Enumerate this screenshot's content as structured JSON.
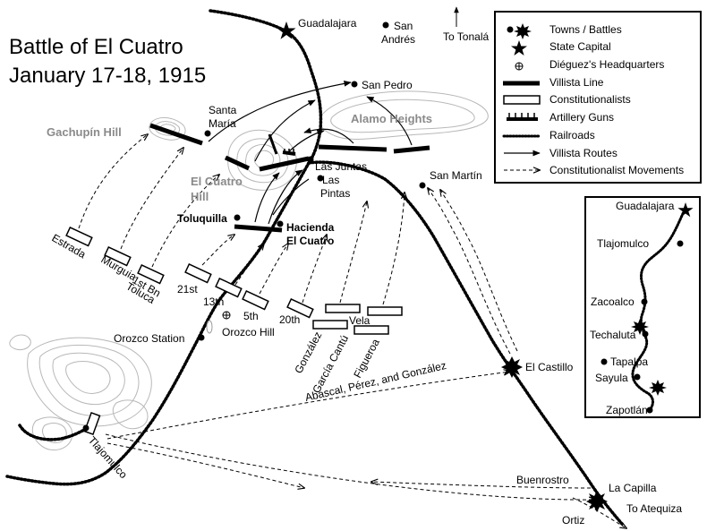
{
  "title": {
    "line1": "Battle of El Cuatro",
    "line2": "January 17-18, 1915"
  },
  "hills": {
    "gachupin": "Gachupín Hill",
    "alamo": "Alamo Heights",
    "el_cuatro_1": "El Cuatro",
    "el_cuatro_2": "Hill"
  },
  "places": {
    "guadalajara": "Guadalajara",
    "san_andres_1": "San",
    "san_andres_2": "Andrés",
    "to_tonala": "To Tonalá",
    "san_pedro": "San Pedro",
    "santa_maria_1": "Santa",
    "santa_maria_2": "María",
    "las_juntas": "Las Juntas",
    "las_pintas_1": "Las",
    "las_pintas_2": "Pintas",
    "san_martin": "San Martín",
    "toluquilla": "Toluquilla",
    "hacienda_1": "Hacienda",
    "hacienda_2": "El Cuatro",
    "orozco_station": "Orozco Station",
    "orozco_hill": "Orozco Hill",
    "el_castillo": "El Castillo",
    "tlajomulco": "Tlajomulco",
    "buenrostro": "Buenrostro",
    "la_capilla": "La Capilla",
    "ortiz": "Ortiz",
    "to_atequiza": "To Atequiza"
  },
  "units": {
    "estrada": "Estrada",
    "murguia": "Murguia",
    "first_bn_1": "1st Bn",
    "first_bn_2": "Toluca",
    "u21st": "21st",
    "u13th": "13th",
    "u5th": "5th",
    "u20th": "20th",
    "vela": "Vela",
    "gonzalez": "González",
    "garcia_cantu": "García Cantú",
    "figueroa": "Figueroa",
    "abascal": "Abascal, Pérez, and González"
  },
  "legend": {
    "items": [
      {
        "label": "Towns / Battles",
        "symbol": "town-battle"
      },
      {
        "label": "State Capital",
        "symbol": "star"
      },
      {
        "label": "Diéguez's Headquarters",
        "symbol": "headquarters"
      },
      {
        "label": "Villista Line",
        "symbol": "villista-line"
      },
      {
        "label": "Constitutionalists",
        "symbol": "constitutionalist-unit"
      },
      {
        "label": "Artillery Guns",
        "symbol": "artillery"
      },
      {
        "label": "Railroads",
        "symbol": "railroad"
      },
      {
        "label": "Villista Routes",
        "symbol": "villista-route"
      },
      {
        "label": "Constitutionalist Movements",
        "symbol": "constitutionalist-movement"
      }
    ]
  },
  "inset": {
    "towns": [
      "Guadalajara",
      "Tlajomulco",
      "Zacoalco",
      "Techaluta",
      "Tapalpa",
      "Sayula",
      "Zapotlán"
    ]
  }
}
